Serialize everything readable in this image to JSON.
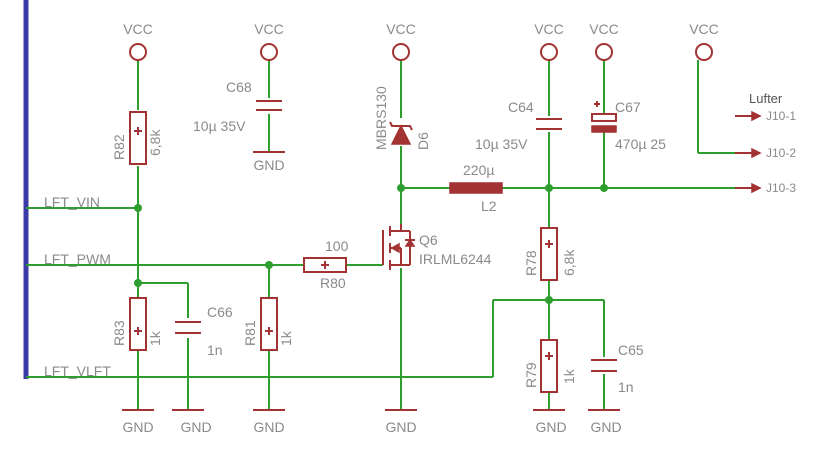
{
  "power": {
    "vcc": "VCC",
    "gnd": "GND"
  },
  "nets": {
    "vin": "LFT_VIN",
    "pwm": "LFT_PWM",
    "vlft": "LFT_VLFT"
  },
  "components": {
    "R82": {
      "name": "R82",
      "value": "6,8k"
    },
    "C68": {
      "name": "C68",
      "value": "10µ 35V"
    },
    "D6": {
      "name": "D6",
      "value": "MBRS130"
    },
    "C64": {
      "name": "C64",
      "value": "10µ 35V"
    },
    "C67": {
      "name": "C67",
      "value": "470µ 25"
    },
    "L2": {
      "name": "L2",
      "value": "220µ"
    },
    "R80": {
      "name": "R80",
      "value": "100"
    },
    "Q6": {
      "name": "Q6",
      "value": "IRLML6244"
    },
    "R78": {
      "name": "R78",
      "value": "6,8k"
    },
    "R83": {
      "name": "R83",
      "value": "1k"
    },
    "C66": {
      "name": "C66",
      "value": "1n"
    },
    "R81": {
      "name": "R81",
      "value": "1k"
    },
    "R79": {
      "name": "R79",
      "value": "1k"
    },
    "C65": {
      "name": "C65",
      "value": "1n"
    }
  },
  "connector": {
    "title": "Lufter",
    "pins": [
      "J10-1",
      "J10-2",
      "J10-3"
    ]
  }
}
